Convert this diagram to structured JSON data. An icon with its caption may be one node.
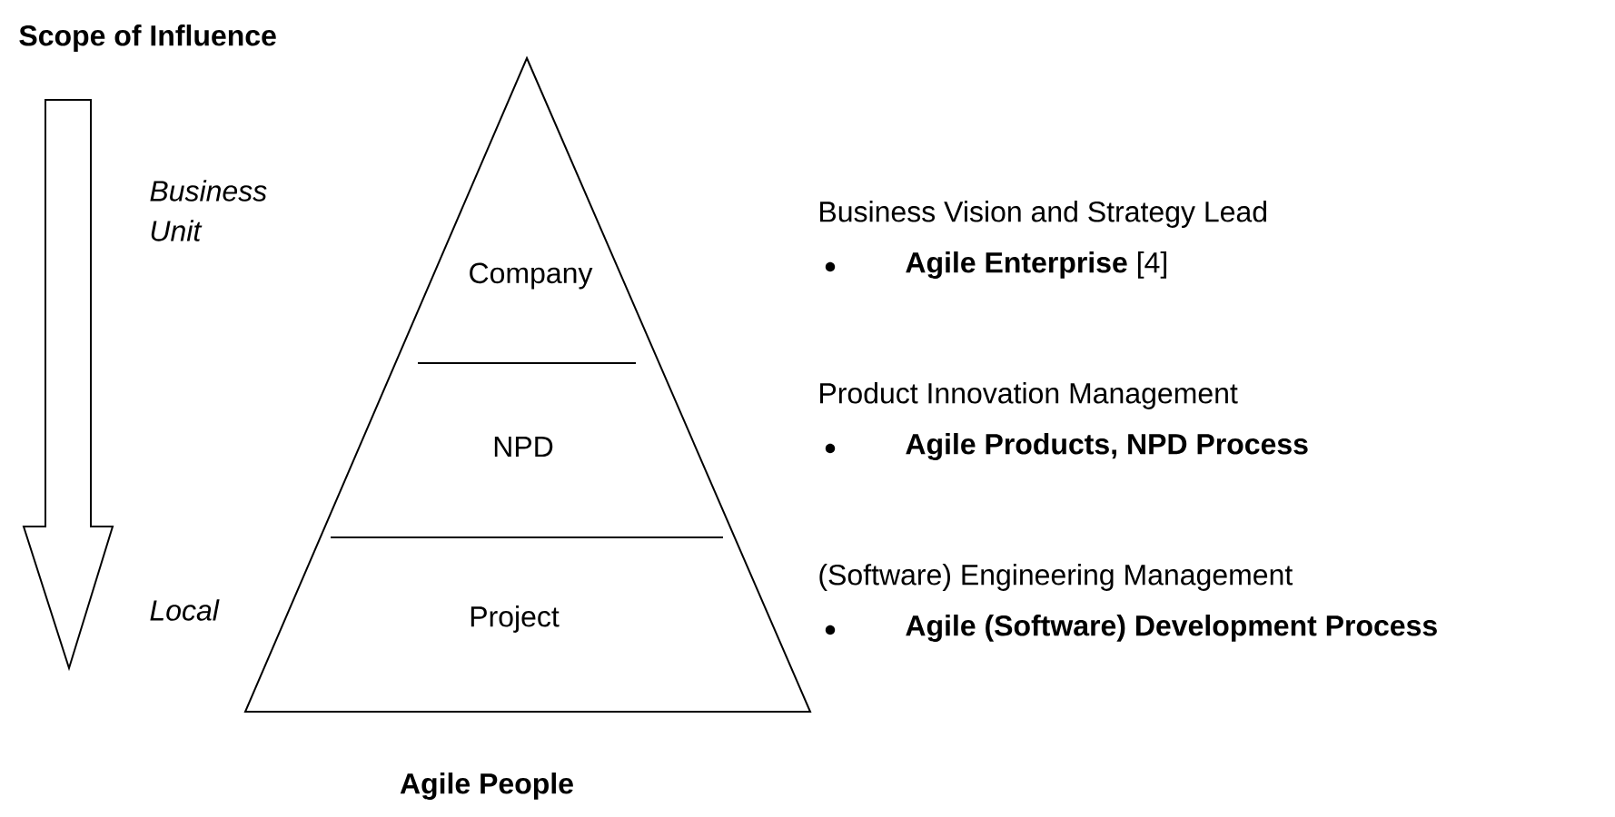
{
  "diagram": {
    "title": "Scope of Influence",
    "caption": "Agile People",
    "nodes": [
      {
        "text": [
          "Company"
        ]
      },
      {
        "text": [
          "NPD"
        ]
      },
      {
        "text": [
          "Project"
        ]
      }
    ],
    "labels": [
      "Business Unit",
      "Local",
      "Business Vision and Strategy Lead",
      "**Agile Enterprise** [4]",
      "Product Innovation Management",
      "Agile Products, NPD Process",
      "(Software) Engineering Management",
      "Agile (Software) Development Process"
    ]
  }
}
